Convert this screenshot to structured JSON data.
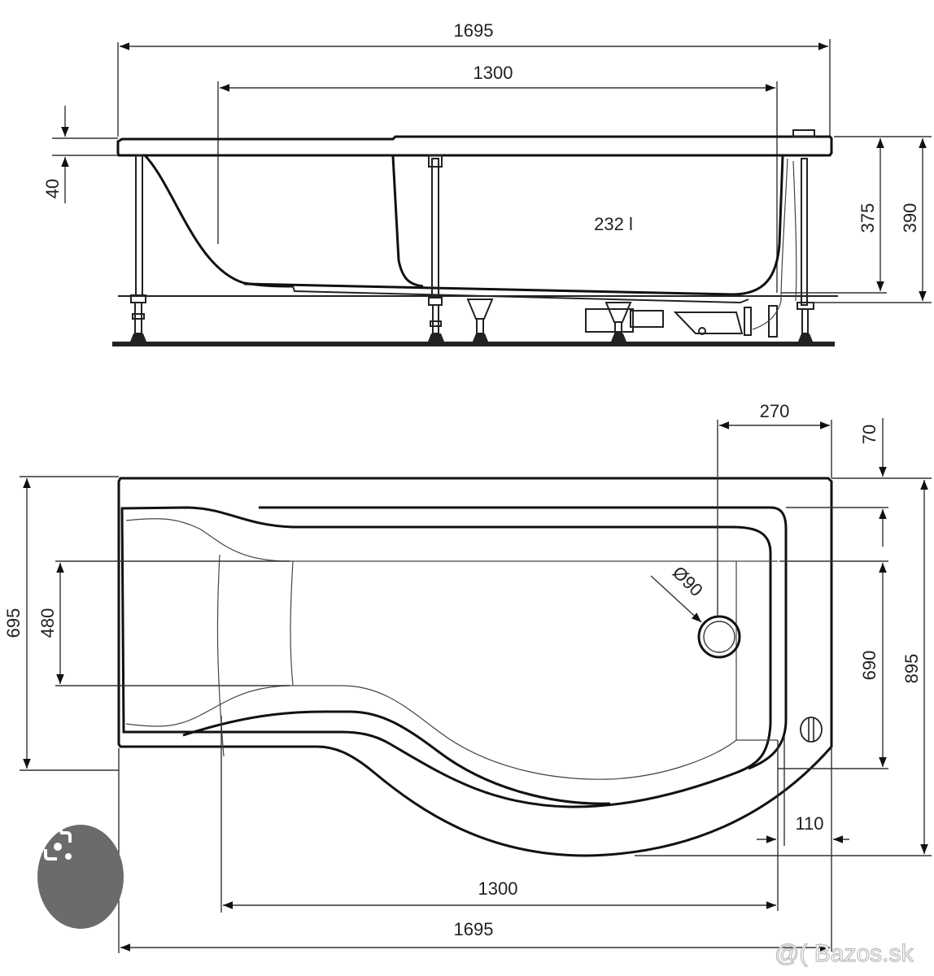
{
  "side_view": {
    "length_overall": "1695",
    "length_inner": "1300",
    "rim_thickness": "40",
    "capacity": "232 l",
    "height_inner": "375",
    "height_overall": "390"
  },
  "top_view": {
    "drain_offset": "270",
    "rim_top": "70",
    "drain_diameter": "Ø90",
    "width_seat": "480",
    "width_narrow": "695",
    "width_basin": "690",
    "width_overall": "895",
    "rim_side": "110",
    "length_inner": "1300",
    "length_overall": "1695"
  },
  "overlay": {
    "lens_button": "google-lens",
    "watermark": "@( Bazos.sk"
  },
  "colors": {
    "line": "#111111",
    "background": "#ffffff",
    "lens_button": "#6b6b6b"
  }
}
